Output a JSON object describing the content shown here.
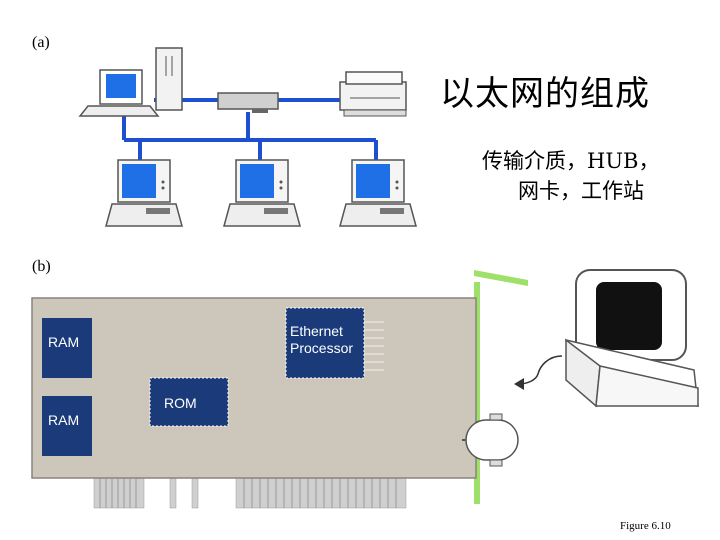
{
  "labels": {
    "a": "(a)",
    "b": "(b)"
  },
  "title": "以太网的组成",
  "subtitle_line1": "传输介质，HUB，",
  "subtitle_line2": "网卡，工作站",
  "chips": {
    "ram1": "RAM",
    "ram2": "RAM",
    "ethernet_line1": "Ethernet",
    "ethernet_line2": "Processor",
    "rom": "ROM"
  },
  "figure_caption": "Figure 6.10",
  "colors": {
    "network_line": "#1f4fd1",
    "board": "#cdc6bb",
    "chip": "#1a3a7a",
    "bracket": "#9ee06a"
  }
}
